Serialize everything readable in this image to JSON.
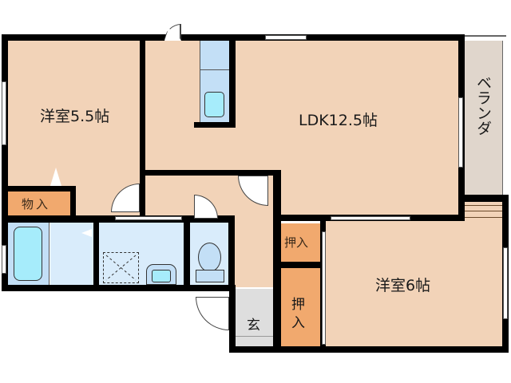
{
  "floorplan": {
    "rooms": {
      "western_room_1": {
        "label": "洋室5.5帖"
      },
      "ldk": {
        "label": "LDK12.5帖"
      },
      "veranda": {
        "label": "ベランダ"
      },
      "western_room_2": {
        "label": "洋室6帖"
      },
      "storage": {
        "label": "物入"
      },
      "closet_small": {
        "label": "押入"
      },
      "closet_large": {
        "label_line1": "押",
        "label_line2": "入"
      },
      "entrance": {
        "label": "玄"
      }
    },
    "colors": {
      "floor": "#f2d3b8",
      "closet": "#f1a96e",
      "wet_area": "#d9ecfb",
      "entrance": "#dedede",
      "veranda": "#e0d6cc",
      "wall": "#000000"
    }
  }
}
